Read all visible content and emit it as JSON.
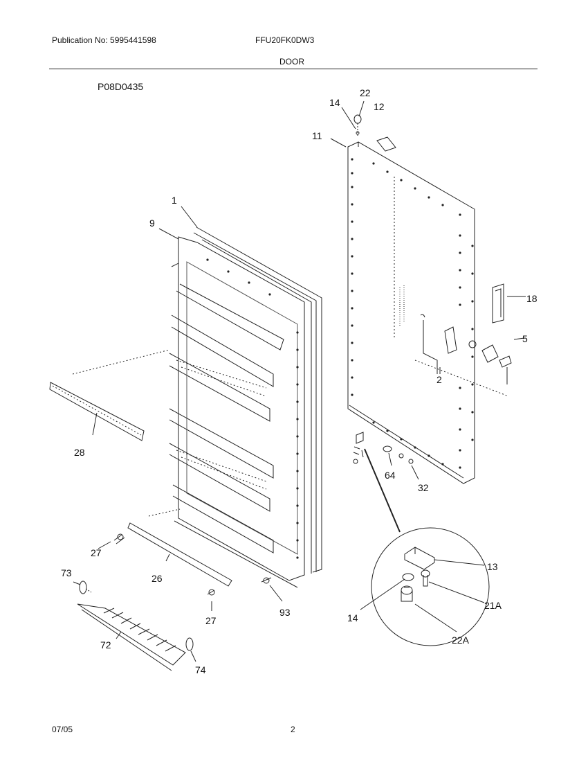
{
  "header": {
    "publication": "Publication No: 5995441598",
    "model": "FFU20FK0DW3",
    "section": "DOOR"
  },
  "diagram": {
    "id": "P08D0435",
    "callouts": [
      "1",
      "9",
      "28",
      "27",
      "26",
      "73",
      "72",
      "74",
      "27",
      "93",
      "11",
      "14",
      "22",
      "12",
      "18",
      "5",
      "2",
      "64",
      "32",
      "13",
      "21A",
      "14",
      "22A"
    ]
  },
  "footer": {
    "date": "07/05",
    "page": "2"
  }
}
